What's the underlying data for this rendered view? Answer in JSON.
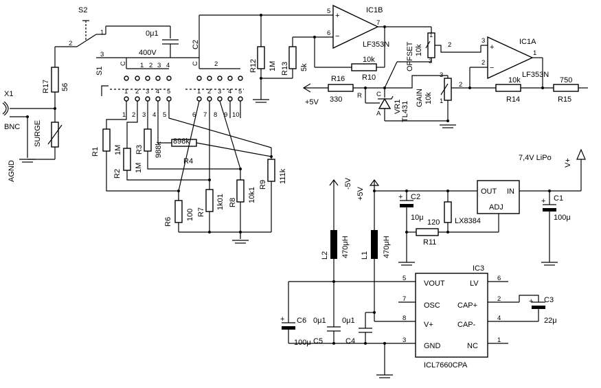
{
  "labels": {
    "s2": "S2",
    "s1": "S1",
    "x1": "X1",
    "bnc": "BNC",
    "agnd": "AGND",
    "r17": "R17",
    "r17v": "56",
    "surge": "SURGE",
    "cap1": "0μ1",
    "cap1v": "400V",
    "ic1b": "IC1B",
    "ic1b_part": "LF353N",
    "ic1a": "IC1A",
    "ic1a_part": "LF353N",
    "r12": "R12",
    "r12v": "1M",
    "r13": "R13",
    "r13v": "5k",
    "r10": "R10",
    "r10v": "10k",
    "r16": "R16",
    "r16v": "330",
    "plus5": "+5V",
    "offset": "OFFSET",
    "p1v": "10k",
    "r14": "R14",
    "r14v": "10k",
    "r15": "R15",
    "r15v": "750",
    "gain": "GAIN",
    "p2v": "10k",
    "tl431": "TL431",
    "vr1": "VR1",
    "pinR": "R",
    "pinC": "C",
    "pinA": "A",
    "r1": "R1",
    "r2": "R2",
    "r2v": "1M",
    "r3": "R3",
    "r3v": "988k",
    "r4": "R4",
    "r4v": "898k",
    "r9": "R9",
    "r9v": "111k",
    "r6": "R6",
    "r6v": "100",
    "r7": "R7",
    "r7v": "1k01",
    "r8": "R8",
    "r8v": "10k1",
    "r1v": "1M",
    "lipo": "7,4V LiPo",
    "vplus": "V+",
    "c1": "C1",
    "c1v": "100μ",
    "c2": "C2",
    "c2v": "10μ",
    "r11": "R11",
    "r11v": "120",
    "lx": "LX8384",
    "out": "OUT",
    "in": "IN",
    "adj": "ADJ",
    "neg5": "-5V",
    "pos5": "+5V",
    "l1": "L1",
    "l1v": "470μH",
    "l2": "L2",
    "l2v": "470μH",
    "ic3": "IC3",
    "ic3_part": "ICL7660CPA",
    "vout": "VOUT",
    "lv": "LV",
    "osc": "OSC",
    "capp": "CAP+",
    "vp": "V+",
    "capm": "CAP-",
    "gnd": "GND",
    "nc": "NC",
    "c3": "C3",
    "c3v": "22μ",
    "c4": "C4",
    "c4v": "0μ1",
    "c5": "C5",
    "c5v": "0μ1",
    "c6": "C6",
    "c6v": "100μ",
    "n1": "1",
    "n2": "2",
    "n3": "3",
    "n4": "4",
    "n5": "5",
    "n6": "6",
    "n7": "7",
    "n8": "8",
    "n9": "9",
    "n10": "10",
    "sw1": "1",
    "sw2": "2",
    "sw3": "3",
    "swc": "C",
    "plus": "+",
    "minus": "−"
  }
}
